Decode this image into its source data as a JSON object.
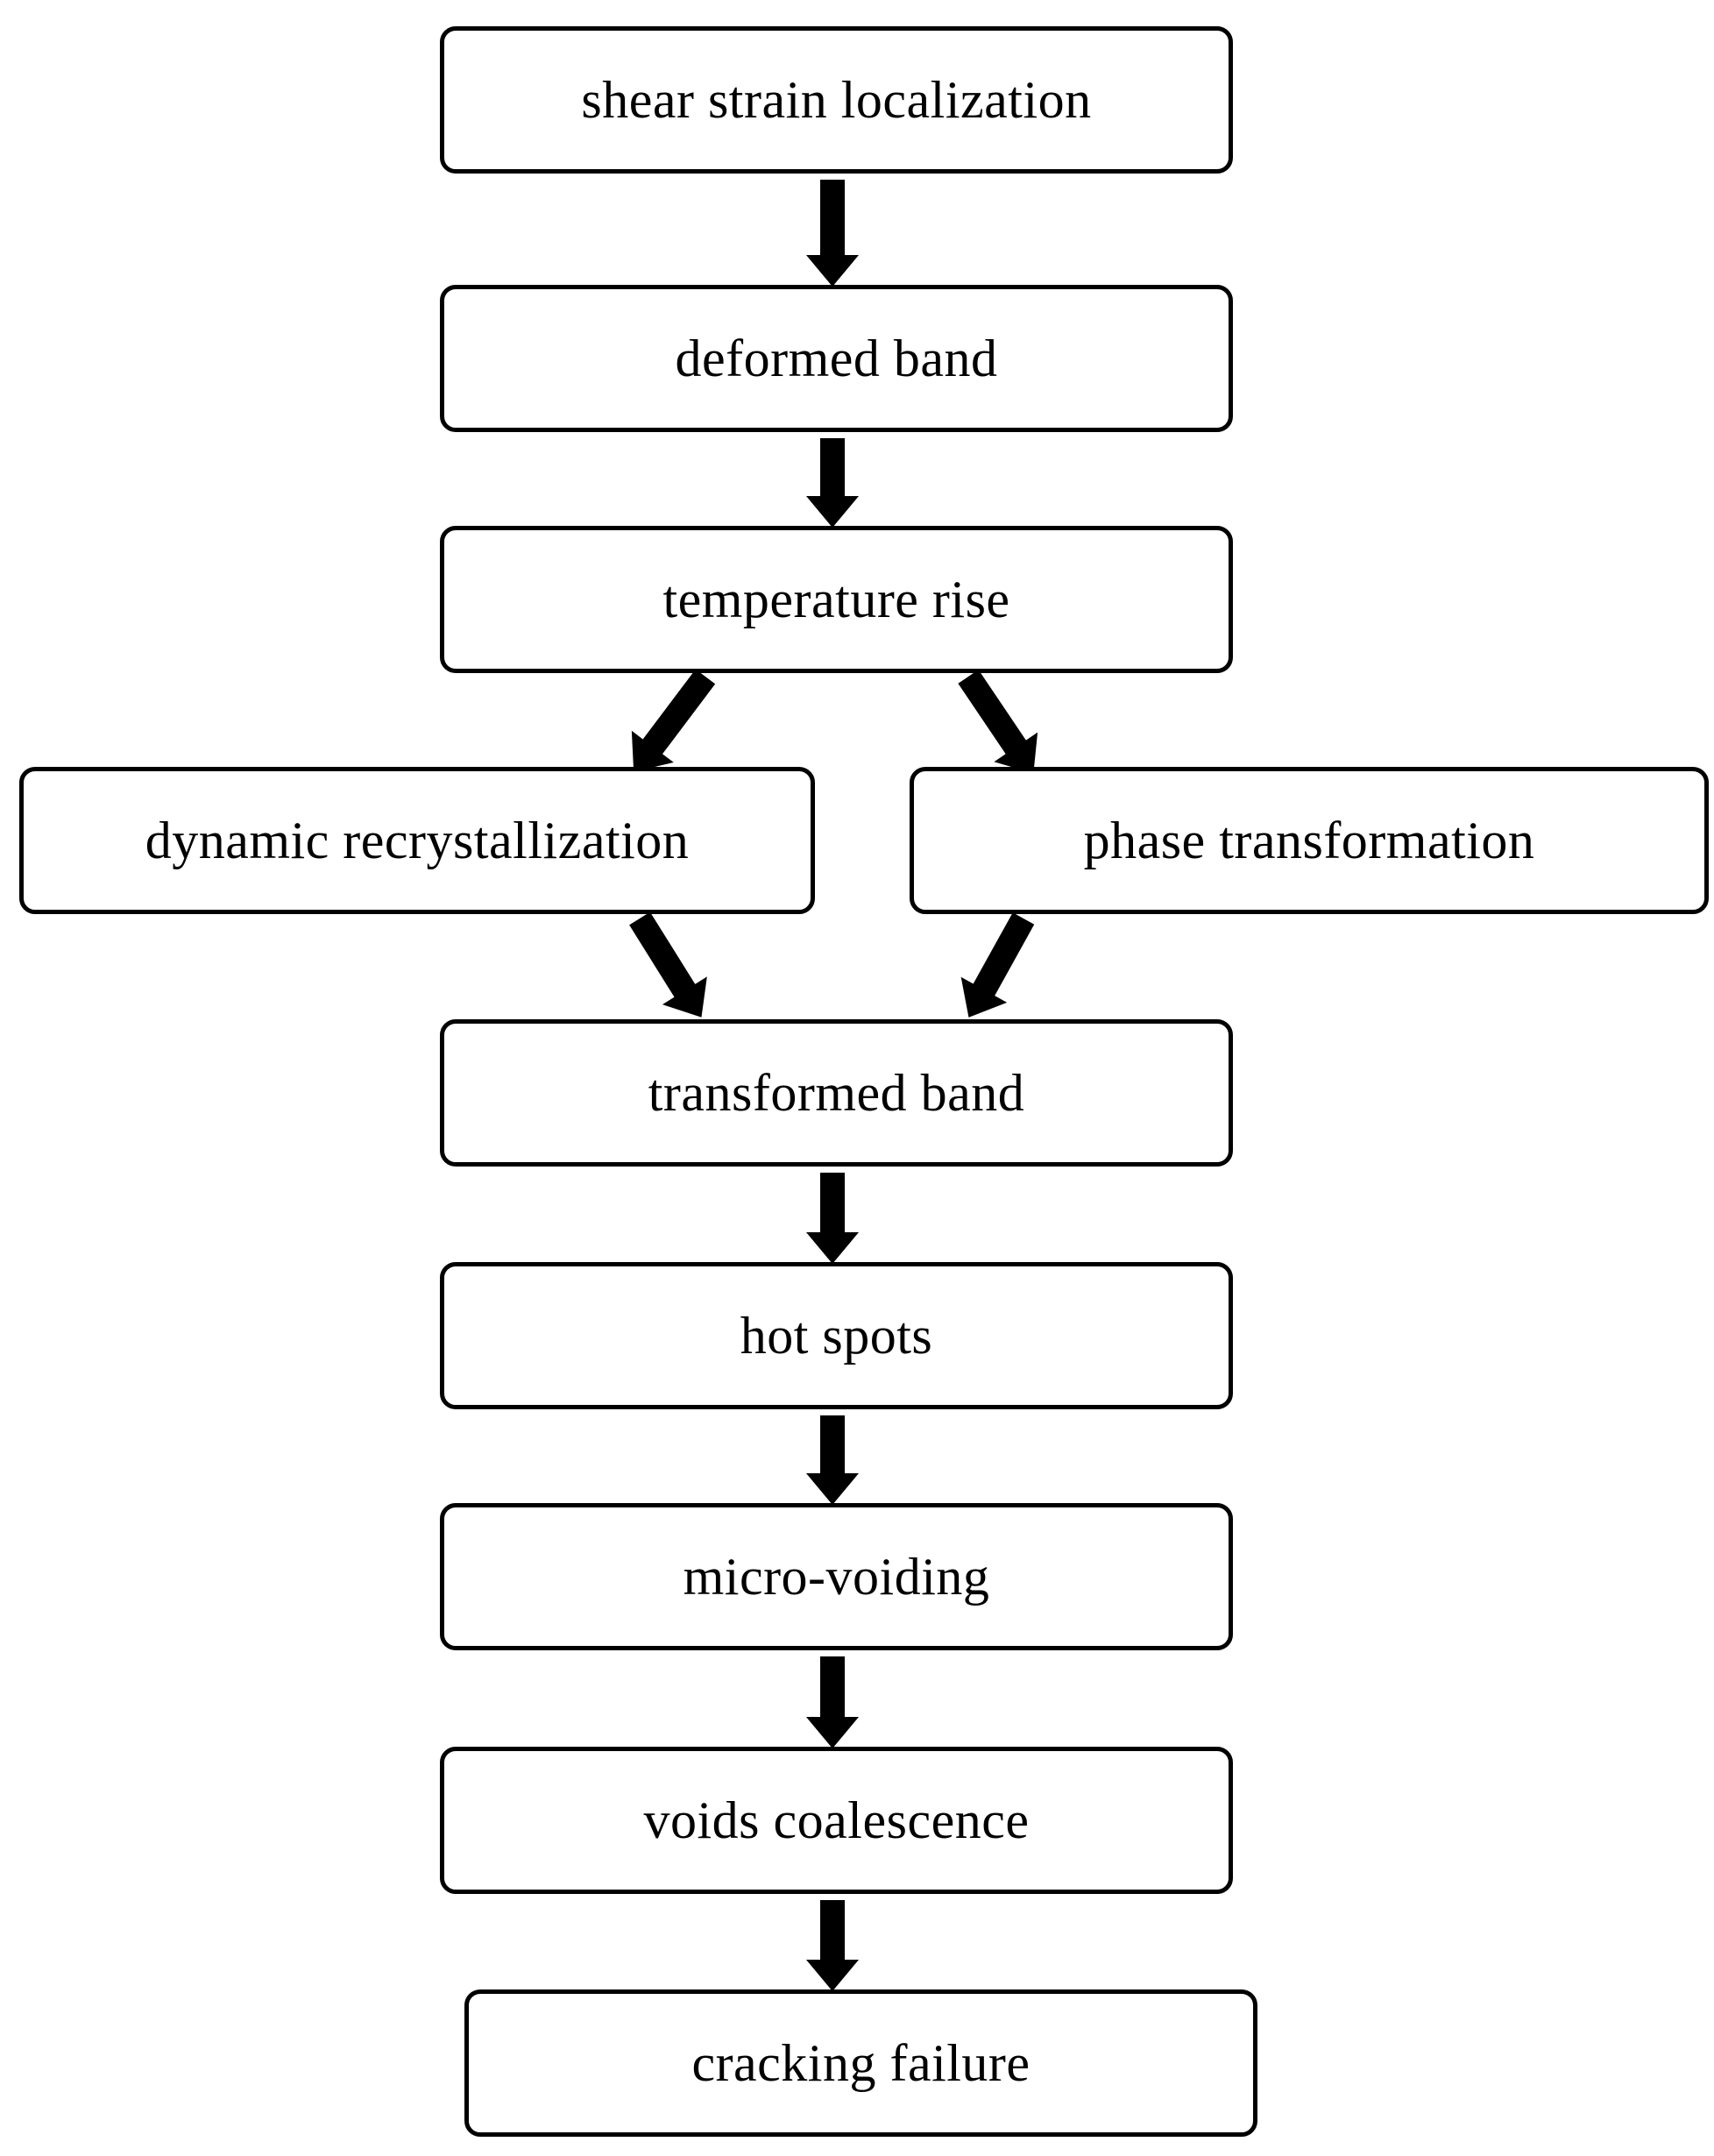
{
  "diagram": {
    "type": "flowchart",
    "direction": "top-to-bottom",
    "background_color": "#ffffff",
    "node_fill_color": "#ffffff",
    "node_border_color": "#000000",
    "arrow_color": "#000000",
    "text_color": "#000000"
  },
  "nodes": [
    {
      "id": "shear-strain-localization",
      "label": "shear strain localization"
    },
    {
      "id": "deformed-band",
      "label": "deformed band"
    },
    {
      "id": "temperature-rise",
      "label": "temperature rise"
    },
    {
      "id": "dynamic-recrystallization",
      "label": "dynamic recrystallization"
    },
    {
      "id": "phase-transformation",
      "label": "phase transformation"
    },
    {
      "id": "transformed-band",
      "label": "transformed band"
    },
    {
      "id": "hot-spots",
      "label": "hot spots"
    },
    {
      "id": "micro-voiding",
      "label": "micro-voiding"
    },
    {
      "id": "voids-coalescence",
      "label": "voids coalescence"
    },
    {
      "id": "cracking-failure",
      "label": "cracking failure"
    }
  ],
  "edges": [
    {
      "from": "shear strain localization",
      "to": "deformed band"
    },
    {
      "from": "deformed band",
      "to": "temperature rise"
    },
    {
      "from": "temperature rise",
      "to": "dynamic recrystallization"
    },
    {
      "from": "temperature rise",
      "to": "phase transformation"
    },
    {
      "from": "dynamic recrystallization",
      "to": "transformed band"
    },
    {
      "from": "phase transformation",
      "to": "transformed band"
    },
    {
      "from": "transformed band",
      "to": "hot spots"
    },
    {
      "from": "hot spots",
      "to": "micro-voiding"
    },
    {
      "from": "micro-voiding",
      "to": "voids coalescence"
    },
    {
      "from": "voids coalescence",
      "to": "cracking failure"
    }
  ]
}
